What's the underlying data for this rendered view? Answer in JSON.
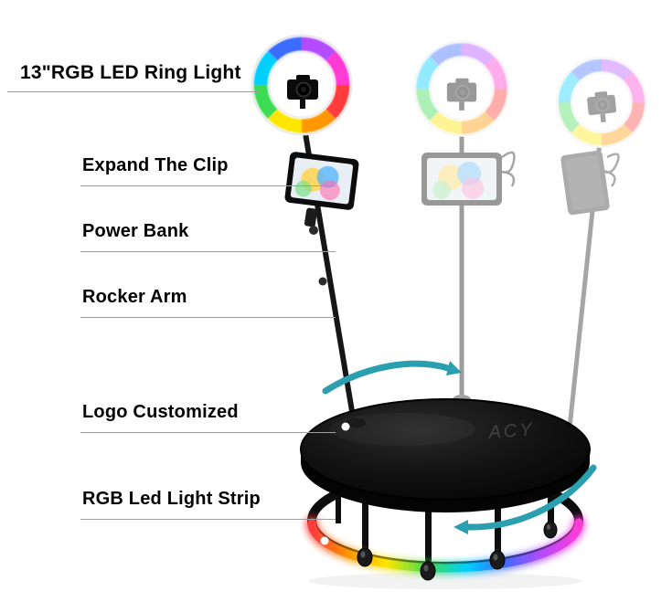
{
  "labels": [
    "13\"RGB LED Ring Light",
    "Expand The Clip",
    "Power Bank",
    "Rocker Arm",
    "Logo Customized",
    "RGB Led Light Strip"
  ],
  "platform_logo_text": "ACY",
  "colors": {
    "arrow": "#2a9fb0",
    "underline": "#9e9e9e",
    "rainbow": [
      "#ff3b3b",
      "#ff9800",
      "#ffe600",
      "#3ddc55",
      "#00cfff",
      "#3b6cff",
      "#b44bff",
      "#ff3bd4"
    ]
  }
}
